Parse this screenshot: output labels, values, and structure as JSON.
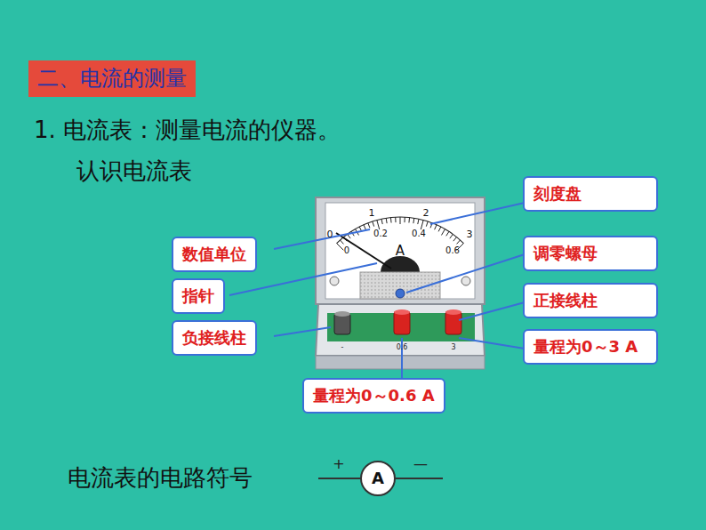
{
  "diagram": {
    "nodes": [
      {
        "text": [
          "二、电流的测量"
        ]
      },
      {
        "text": [
          "刻度盘"
        ]
      },
      {
        "text": [
          "数值单位"
        ]
      },
      {
        "text": [
          "调零螺母"
        ]
      },
      {
        "text": [
          "指针"
        ]
      },
      {
        "text": [
          "正接线柱"
        ]
      },
      {
        "text": [
          "负接线柱"
        ]
      },
      {
        "text": [
          "量程为0～3 A"
        ]
      },
      {
        "text": [
          "量程为0～0.6 A"
        ]
      },
      {
        "text": [
          "A"
        ]
      }
    ],
    "labels": [
      "1. 电流表：测量电流的仪器。",
      "认识电流表",
      "0",
      "1",
      "2",
      "3",
      "0",
      "0.2",
      "0.4",
      "0.6",
      "A",
      "-",
      "0.6",
      "3",
      "电流表的电路符号",
      "+",
      "—"
    ]
  }
}
